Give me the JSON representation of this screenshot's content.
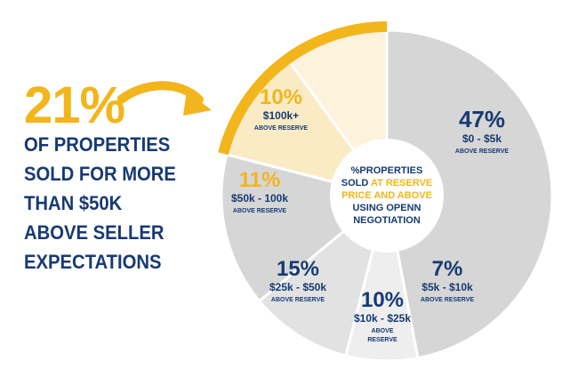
{
  "left_callout": {
    "percent": "21%",
    "lines": [
      "OF PROPERTIES",
      "SOLD FOR MORE",
      "THAN $50K",
      "ABOVE SELLER",
      "EXPECTATIONS"
    ]
  },
  "center": {
    "line1_pre": "%PROPERTIES",
    "line2_pre": "SOLD ",
    "line2_hl": "AT RESERVE",
    "line3_hl": "PRICE AND ABOVE",
    "line4": "USING OPENN",
    "line5": "NEGOTIATION"
  },
  "colors": {
    "navy": "#173a73",
    "gold": "#f2b51b",
    "gray_dark": "#d6d6d6",
    "gray_mid": "#e2e2e2",
    "gray_light": "#eeeeee",
    "cream_light": "#fdf3dc",
    "cream_dark": "#faebc4"
  },
  "chart_data": {
    "type": "pie",
    "segments": [
      {
        "pct_label": "47%",
        "range": "$0 - $5k",
        "note": "ABOVE RESERVE",
        "value": 47,
        "color": "#d6d6d6"
      },
      {
        "pct_label": "7%",
        "range": "$5k - $10k",
        "note": "ABOVE RESERVE",
        "value": 7,
        "color": "#eeeeee"
      },
      {
        "pct_label": "10%",
        "range": "$10k - $25k",
        "note": "ABOVE\nRESERVE",
        "value": 10,
        "color": "#e2e2e2"
      },
      {
        "pct_label": "15%",
        "range": "$25k - $50k",
        "note": "ABOVE RESERVE",
        "value": 15,
        "color": "#d6d6d6"
      },
      {
        "pct_label": "11%",
        "range": "$50k - 100k",
        "note": "ABOVE RESERVE",
        "value": 11,
        "color": "#faebc4"
      },
      {
        "pct_label": "10%",
        "range": "$100k+",
        "note": "ABOVE RESERVE",
        "value": 10,
        "color": "#fdf3dc"
      }
    ],
    "highlight_ring_value": 21
  }
}
